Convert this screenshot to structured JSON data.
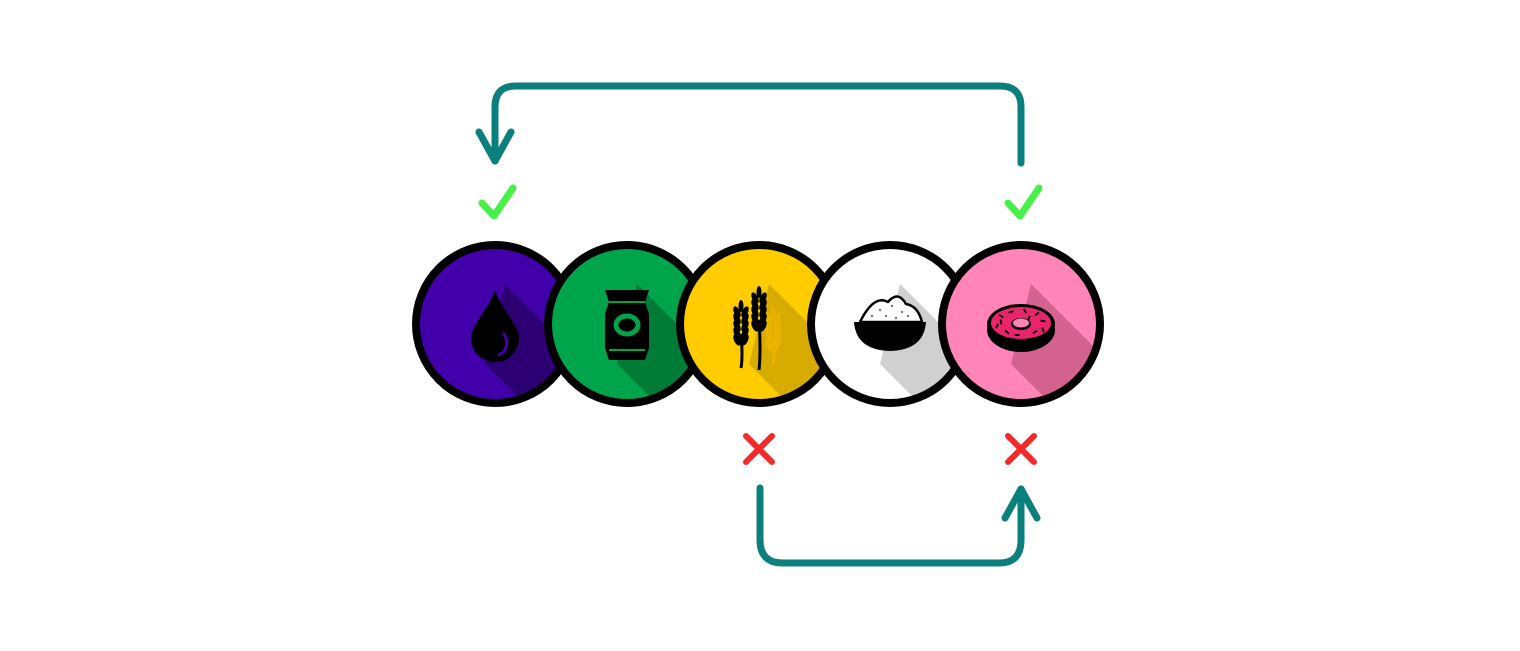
{
  "colors": {
    "arrow": "#0b7f7c",
    "check": "#47f047",
    "cross": "#f22a2a",
    "outline": "#000000"
  },
  "circles": [
    {
      "name": "water-drop-icon",
      "fill": "#4200ab",
      "shadow": "#2c0073"
    },
    {
      "name": "snack-bag-icon",
      "fill": "#00a54b",
      "shadow": "#007c36"
    },
    {
      "name": "wheat-icon",
      "fill": "#ffcc00",
      "shadow": "#d8ab00"
    },
    {
      "name": "flour-bowl-icon",
      "fill": "#ffffff",
      "shadow": "#d0d0d0"
    },
    {
      "name": "donut-icon",
      "fill": "#ff85b8",
      "shadow": "#d4628f"
    }
  ],
  "markers": [
    {
      "name": "check-icon-left",
      "type": "check",
      "circle": 0,
      "position": "above"
    },
    {
      "name": "check-icon-right",
      "type": "check",
      "circle": 4,
      "position": "above"
    },
    {
      "name": "cross-icon-middle",
      "type": "cross",
      "circle": 2,
      "position": "below"
    },
    {
      "name": "cross-icon-right",
      "type": "cross",
      "circle": 4,
      "position": "below"
    }
  ],
  "arrows": [
    {
      "name": "top-return-arrow",
      "from": 4,
      "to": 0,
      "side": "top"
    },
    {
      "name": "bottom-forward-arrow",
      "from": 2,
      "to": 4,
      "side": "bottom"
    }
  ]
}
